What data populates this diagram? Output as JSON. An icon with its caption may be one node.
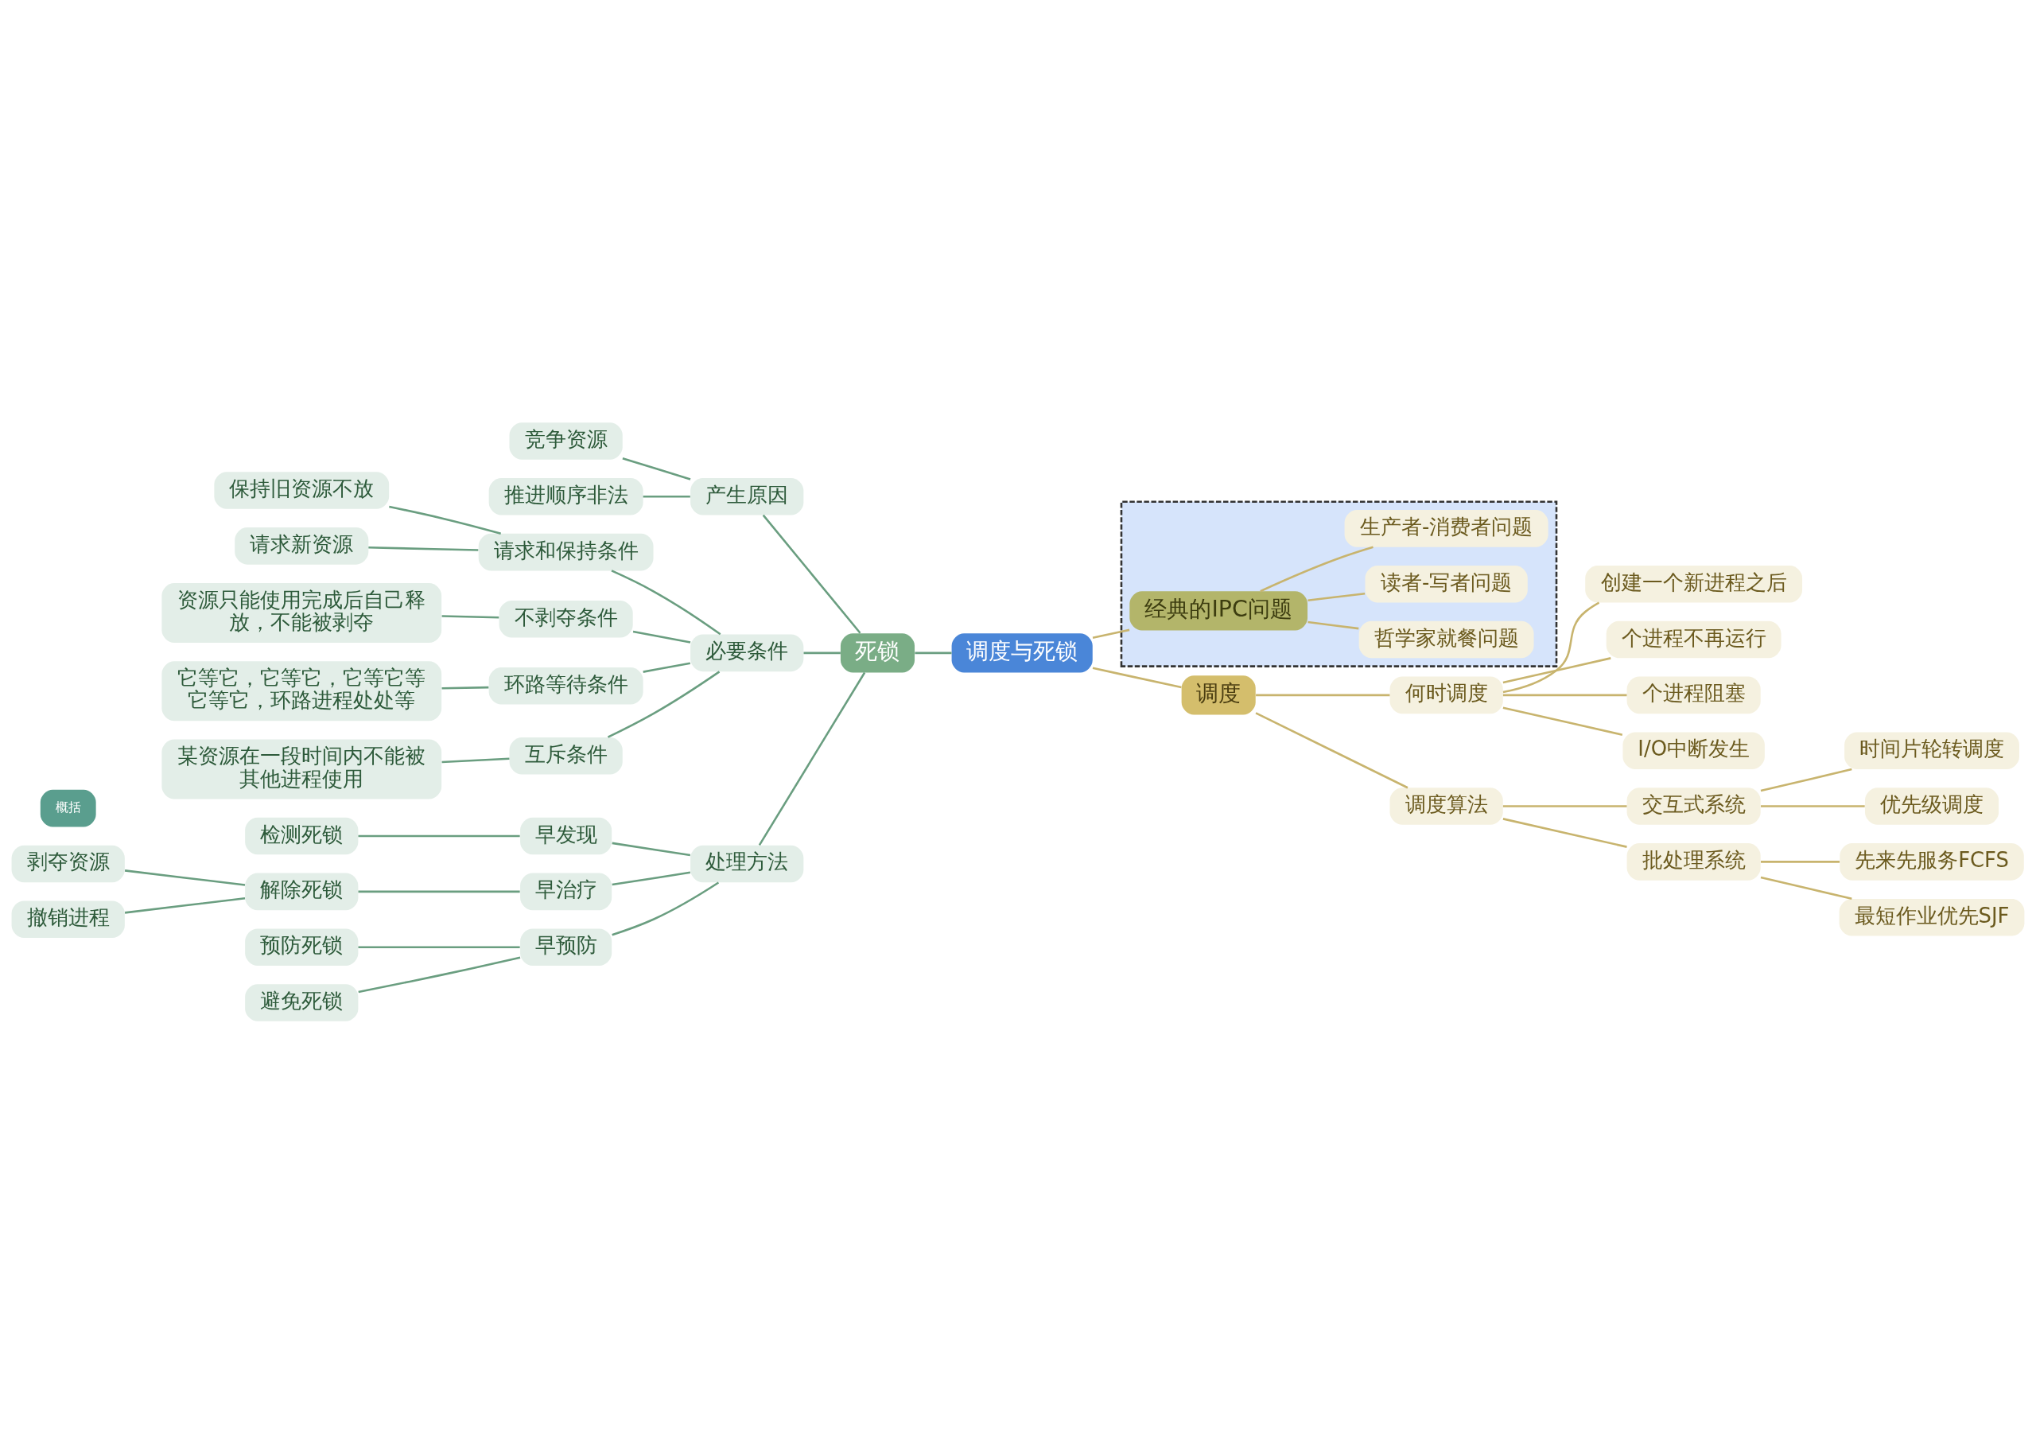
{
  "diagram": {
    "nodes": [
      {
        "text": [
          "调度与死锁"
        ]
      },
      {
        "text": [
          "死锁"
        ]
      },
      {
        "text": [
          "产生原因"
        ]
      },
      {
        "text": [
          "竞争资源"
        ]
      },
      {
        "text": [
          "推进顺序非法"
        ]
      },
      {
        "text": [
          "必要条件"
        ]
      },
      {
        "text": [
          "请求和保持条件"
        ]
      },
      {
        "text": [
          "保持旧资源不放"
        ]
      },
      {
        "text": [
          "请求新资源"
        ]
      },
      {
        "text": [
          "不剥夺条件"
        ]
      },
      {
        "text": [
          "资源只能使用完成后自己释放，不能被剥夺"
        ]
      },
      {
        "text": [
          "环路等待条件"
        ]
      },
      {
        "text": [
          "它等它，它等它，它等它等它等它，环路进程处处等"
        ]
      },
      {
        "text": [
          "互斥条件"
        ]
      },
      {
        "text": [
          "某资源在一段时间内不能被其他进程使用"
        ]
      },
      {
        "text": [
          "处理方法"
        ]
      },
      {
        "text": [
          "早发现"
        ]
      },
      {
        "text": [
          "检测死锁"
        ]
      },
      {
        "text": [
          "早治疗"
        ]
      },
      {
        "text": [
          "解除死锁"
        ]
      },
      {
        "text": [
          "剥夺资源"
        ]
      },
      {
        "text": [
          "撤销进程"
        ]
      },
      {
        "text": [
          "早预防"
        ]
      },
      {
        "text": [
          "预防死锁"
        ]
      },
      {
        "text": [
          "避免死锁"
        ]
      },
      {
        "text": [
          "概括"
        ]
      },
      {
        "text": [
          "调度"
        ]
      },
      {
        "text": [
          "何时调度"
        ]
      },
      {
        "text": [
          "创建一个新进程之后"
        ]
      },
      {
        "text": [
          "个进程不再运行"
        ]
      },
      {
        "text": [
          "个进程阻塞"
        ]
      },
      {
        "text": [
          "I/O中断发生"
        ]
      },
      {
        "text": [
          "调度算法"
        ]
      },
      {
        "text": [
          "交互式系统"
        ]
      },
      {
        "text": [
          "时间片轮转调度"
        ]
      },
      {
        "text": [
          "优先级调度"
        ]
      },
      {
        "text": [
          "批处理系统"
        ]
      },
      {
        "text": [
          "先来先服务FCFS"
        ]
      },
      {
        "text": [
          "最短作业优先SJF"
        ]
      },
      {
        "text": [],
        "shape": "box"
      },
      {
        "text": [
          "经典的IPC问题"
        ],
        "in": 39
      },
      {
        "text": [
          "哲学家就餐问题"
        ],
        "in": 39
      },
      {
        "text": [
          "读者-写者问题"
        ],
        "in": 39
      },
      {
        "text": [
          "生产者-消费者问题"
        ],
        "in": 39
      }
    ],
    "edges": [
      {
        "from": 1,
        "to": 0,
        "arrow": "none"
      },
      {
        "from": 2,
        "to": 1,
        "arrow": "none"
      },
      {
        "from": 3,
        "to": 2,
        "arrow": "none"
      },
      {
        "from": 4,
        "to": 2,
        "arrow": "none"
      },
      {
        "from": 5,
        "to": 1,
        "arrow": "none"
      },
      {
        "from": 6,
        "to": 5,
        "arrow": "none"
      },
      {
        "from": 7,
        "to": 6,
        "arrow": "none"
      },
      {
        "from": 8,
        "to": 6,
        "arrow": "none"
      },
      {
        "from": 9,
        "to": 5,
        "arrow": "none"
      },
      {
        "from": 10,
        "to": 9,
        "arrow": "none"
      },
      {
        "from": 11,
        "to": 5,
        "arrow": "none"
      },
      {
        "from": 12,
        "to": 11,
        "arrow": "none"
      },
      {
        "from": 13,
        "to": 5,
        "arrow": "none"
      },
      {
        "from": 14,
        "to": 13,
        "arrow": "none"
      },
      {
        "from": 15,
        "to": 1,
        "arrow": "none"
      },
      {
        "from": 16,
        "to": 15,
        "arrow": "none"
      },
      {
        "from": 17,
        "to": 16,
        "arrow": "none"
      },
      {
        "from": 18,
        "to": 15,
        "arrow": "none"
      },
      {
        "from": 19,
        "to": 18,
        "arrow": "none"
      },
      {
        "from": 20,
        "to": 19,
        "arrow": "none"
      },
      {
        "from": 21,
        "to": 19,
        "arrow": "none"
      },
      {
        "from": 22,
        "to": 15,
        "arrow": "none"
      },
      {
        "from": 23,
        "to": 22,
        "arrow": "none"
      },
      {
        "from": 24,
        "to": 22,
        "arrow": "none"
      },
      {
        "from": 0,
        "to": 26,
        "arrow": "none",
        "color": "#c8b46e"
      },
      {
        "from": 26,
        "to": 27,
        "arrow": "none",
        "color": "#c8b46e"
      },
      {
        "from": 27,
        "to": 28,
        "arrow": "none",
        "color": "#c8b46e"
      },
      {
        "from": 27,
        "to": 29,
        "arrow": "none",
        "color": "#c8b46e"
      },
      {
        "from": 27,
        "to": 30,
        "arrow": "none",
        "color": "#c8b46e"
      },
      {
        "from": 27,
        "to": 31,
        "arrow": "none",
        "color": "#c8b46e"
      },
      {
        "from": 26,
        "to": 32,
        "arrow": "none",
        "color": "#c8b46e"
      },
      {
        "from": 32,
        "to": 33,
        "arrow": "none",
        "color": "#c8b46e"
      },
      {
        "from": 33,
        "to": 34,
        "arrow": "none",
        "color": "#c8b46e"
      },
      {
        "from": 33,
        "to": 35,
        "arrow": "none",
        "color": "#c8b46e"
      },
      {
        "from": 32,
        "to": 36,
        "arrow": "none",
        "color": "#c8b46e"
      },
      {
        "from": 36,
        "to": 37,
        "arrow": "none",
        "color": "#c8b46e"
      },
      {
        "from": 36,
        "to": 38,
        "arrow": "none",
        "color": "#c8b46e"
      },
      {
        "from": 0,
        "to": 40,
        "arrow": "none",
        "color": "#c8b46e"
      },
      {
        "from": 40,
        "to": 41,
        "arrow": "none",
        "color": "#c8b46e"
      },
      {
        "from": 40,
        "to": 42,
        "arrow": "none",
        "color": "#c8b46e"
      },
      {
        "from": 40,
        "to": 43,
        "arrow": "none",
        "color": "#c8b46e"
      }
    ]
  }
}
